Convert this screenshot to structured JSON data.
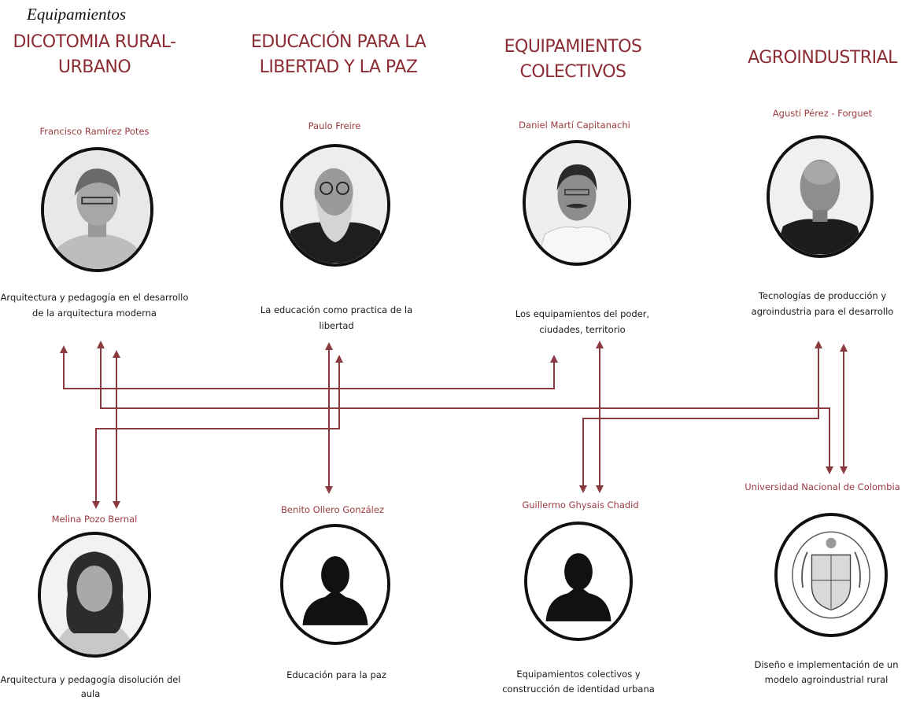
{
  "page_label": "Equipamientos",
  "colors": {
    "accent": "#8b2c34",
    "connector": "#8b3a40",
    "text": "#1a1a1a",
    "outline": "#111111"
  },
  "columns": [
    {
      "heading": "DICOTOMIA RURAL-\nURBANO",
      "top": {
        "name": "Francisco Ramírez Potes",
        "description": "Arquitectura y pedagogía en el desarrollo de la arquitectura moderna",
        "icon": "photo-gray-haired-man"
      },
      "bottom": {
        "name": "Melina Pozo Bernal",
        "description": "Arquitectura y pedagogía disolución del aula",
        "icon": "photo-curly-haired-woman"
      }
    },
    {
      "heading": "EDUCACIÓN PARA LA\nLIBERTAD Y LA PAZ",
      "top": {
        "name": "Paulo Freire",
        "description": "La educación como practica de la libertad",
        "icon": "photo-bearded-man-glasses"
      },
      "bottom": {
        "name": "Benito Ollero González",
        "description": "Educación para la paz",
        "icon": "person-silhouette-icon"
      }
    },
    {
      "heading": "EQUIPAMIENTOS\nCOLECTIVOS",
      "top": {
        "name": "Daniel Martí Capitanachi",
        "description": "Los equipamientos del poder, ciudades, territorio",
        "icon": "photo-mustached-man"
      },
      "bottom": {
        "name": "Guillermo Ghysais Chadid",
        "description": "Equipamientos colectivos y construcción de identidad urbana",
        "icon": "person-silhouette-icon"
      }
    },
    {
      "heading": "AGROINDUSTRIAL",
      "top": {
        "name": "Agustí Pérez - Forguet",
        "description": "Tecnologías de producción y agroindustria para el desarrollo",
        "icon": "photo-bald-man"
      },
      "bottom": {
        "name": "Universidad Nacional de Colombia",
        "description": "Diseño e implementación de un modelo agroindustrial rural",
        "icon": "university-seal-icon"
      }
    }
  ]
}
